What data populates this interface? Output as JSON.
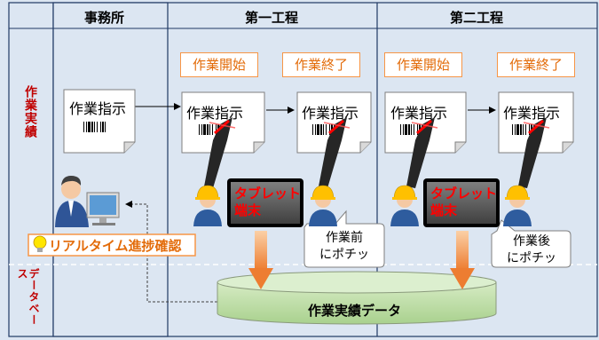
{
  "columns": {
    "office": "事務所",
    "process1": "第一工程",
    "process2": "第二工程"
  },
  "row_labels": {
    "results": "作業実績",
    "database": "データベース"
  },
  "stage_labels": {
    "p1_start": "作業開始",
    "p1_end": "作業終了",
    "p2_start": "作業開始",
    "p2_end": "作業終了"
  },
  "documents": {
    "office_doc": "作業指示",
    "p1_doc_a": "作業指示",
    "p1_doc_b": "作業指示",
    "p2_doc_a": "作業指示",
    "p2_doc_b": "作業指示"
  },
  "tablets": {
    "t1_line1": "タブレット",
    "t1_line2": "端末",
    "t2_line1": "タブレット",
    "t2_line2": "端末"
  },
  "bubbles": {
    "before_line1": "作業前",
    "before_line2": "にポチッ",
    "after_line1": "作業後",
    "after_line2": "にポチッ"
  },
  "realtime_label": "リアルタイム進捗確認",
  "database_label": "作業実績データ",
  "icons": [
    "barcode-icon",
    "barcode-scanner-icon",
    "worker-icon",
    "office-worker-icon",
    "monitor-icon",
    "lightbulb-icon",
    "database-icon"
  ],
  "colors": {
    "background": "#dce6f2",
    "accent_orange": "#f79646",
    "label_text_orange": "#e36c0a",
    "row_label_red": "#c00000",
    "tablet_red": "#ff0000",
    "database_green": "#c4dfae",
    "lightbulb_yellow": "#ffe600"
  }
}
